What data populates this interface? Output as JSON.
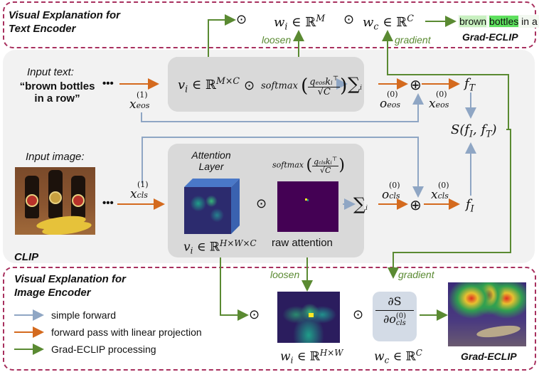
{
  "text_encoder_panel": {
    "title_line1": "Visual Explanation for",
    "title_line2": "Text Encoder",
    "wi": "w",
    "wi_sub": "i",
    "wi_set": " ∈ ℝ",
    "wi_sup": "M",
    "wc": "w",
    "wc_sub": "c",
    "wc_set": " ∈ ℝ",
    "wc_sup": "C",
    "odot": "⊙",
    "loosen": "loosen",
    "gradient": "gradient",
    "result_words": [
      {
        "text": "brown",
        "highlight": "light"
      },
      {
        "text": "bottles",
        "highlight": "strong"
      },
      {
        "text": "in a row",
        "highlight": "none"
      }
    ],
    "result_label": "Grad-ECLIP"
  },
  "clip_panel": {
    "label": "CLIP",
    "input_text_label": "Input text:",
    "input_text_value_line1": "“brown bottles",
    "input_text_value_line2": "in a row”",
    "input_image_label": "Input image:",
    "ellipsis": "•••",
    "x_eos_1": {
      "base": "x",
      "sub": "eos",
      "sup": "(1)"
    },
    "x_cls_1": {
      "base": "x",
      "sub": "cls",
      "sup": "(1)"
    },
    "text_attention": {
      "vi": "v",
      "vi_sub": "i",
      "vi_set": " ∈ ℝ",
      "vi_sup": "M×C",
      "softmax": "softmax",
      "numerator": "q",
      "numerator_sub": "eos",
      "numerator_k": "k",
      "numerator_k_sub": "i",
      "numerator_k_sup": "⊤",
      "denominator": "√C",
      "sum": "∑",
      "sum_sub": "i"
    },
    "image_attention": {
      "layer_label_line1": "Attention",
      "layer_label_line2": "Layer",
      "vi": "v",
      "vi_sub": "i",
      "vi_set": " ∈ ℝ",
      "vi_sup": "H×W×C",
      "softmax": "softmax",
      "numerator": "q",
      "numerator_sub": "cls",
      "numerator_k": "k",
      "numerator_k_sub": "i",
      "numerator_k_sup": "⊤",
      "denominator": "√C",
      "raw_attention_label": "raw attention",
      "sum": "∑",
      "sum_sub": "i"
    },
    "o_eos_0": {
      "base": "o",
      "sub": "eos",
      "sup": "(0)"
    },
    "x_eos_0": {
      "base": "x",
      "sub": "eos",
      "sup": "(0)"
    },
    "o_cls_0": {
      "base": "o",
      "sub": "cls",
      "sup": "(0)"
    },
    "x_cls_0": {
      "base": "x",
      "sub": "cls",
      "sup": "(0)"
    },
    "oplus": "⊕",
    "f_T": {
      "base": "f",
      "sub": "T"
    },
    "f_I": {
      "base": "f",
      "sub": "I"
    },
    "similarity": "S(f",
    "similarity_full": "S(fI, fT)"
  },
  "image_encoder_panel": {
    "title_line1": "Visual Explanation for",
    "title_line2": "Image Encoder",
    "loosen": "loosen",
    "gradient": "gradient",
    "odot": "⊙",
    "wi": "w",
    "wi_sub": "i",
    "wi_set": " ∈ ℝ",
    "wi_sup": "H×W",
    "wc": "w",
    "wc_sub": "c",
    "wc_set": " ∈ ℝ",
    "wc_sup": "C",
    "grad_numerator": "∂S",
    "grad_denominator": "∂o",
    "grad_den_sub": "cls",
    "grad_den_sup": "(0)",
    "result_label": "Grad-ECLIP"
  },
  "legend": {
    "items": [
      {
        "label": "simple forward",
        "color": "#8fa6c4"
      },
      {
        "label": "forward pass with linear projection",
        "color": "#d46a1e"
      },
      {
        "label": "Grad-ECLIP processing",
        "color": "#5a8a32"
      }
    ]
  },
  "colors": {
    "simple_forward": "#8fa6c4",
    "linear_projection": "#d46a1e",
    "grad_eclip": "#5a8a32",
    "dashed_border": "#a8305e",
    "clip_background": "#f2f2f2",
    "attention_box": "#d9d9d9"
  }
}
